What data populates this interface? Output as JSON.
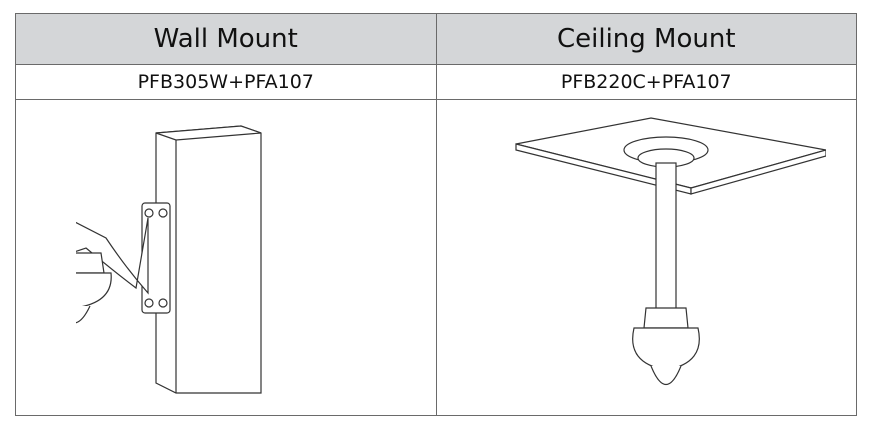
{
  "table": {
    "columns": [
      {
        "title": "Wall Mount",
        "model": "PFB305W+PFA107",
        "image": "wall-mount-drawing"
      },
      {
        "title": "Ceiling Mount",
        "model": "PFB220C+PFA107",
        "image": "ceiling-mount-drawing"
      }
    ]
  }
}
